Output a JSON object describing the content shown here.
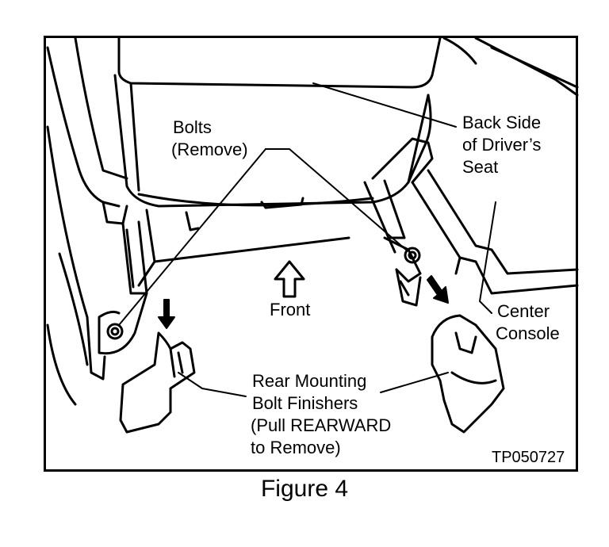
{
  "figure": {
    "caption": "Figure 4",
    "code": "TP050727"
  },
  "labels": {
    "bolts_line1": "Bolts",
    "bolts_line2": "(Remove)",
    "seat_line1": "Back Side",
    "seat_line2": "of Driver’s",
    "seat_line3": "Seat",
    "console_line1": "Center",
    "console_line2": "Console",
    "front": "Front",
    "finisher_line1": "Rear Mounting",
    "finisher_line2": "Bolt Finishers",
    "finisher_line3": "(Pull REARWARD",
    "finisher_line4": "to Remove)"
  },
  "icons": [
    "front-arrow-icon",
    "pull-arrow-left-icon",
    "pull-arrow-right-icon"
  ],
  "colors": {
    "ink": "#000000",
    "paper": "#ffffff",
    "accent": "#000000"
  }
}
